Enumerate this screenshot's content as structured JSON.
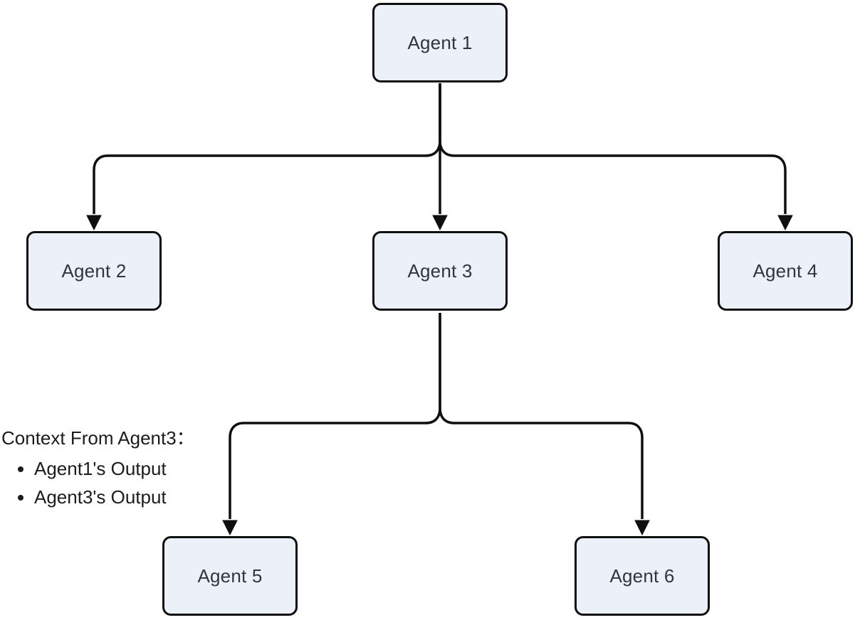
{
  "diagram": {
    "type": "flowchart",
    "direction": "top-down",
    "nodes": [
      {
        "id": "agent1",
        "label": "Agent 1"
      },
      {
        "id": "agent2",
        "label": "Agent 2"
      },
      {
        "id": "agent3",
        "label": "Agent 3"
      },
      {
        "id": "agent4",
        "label": "Agent 4"
      },
      {
        "id": "agent5",
        "label": "Agent 5"
      },
      {
        "id": "agent6",
        "label": "Agent 6"
      }
    ],
    "edges": [
      {
        "from": "agent1",
        "to": "agent2",
        "arrow": "filled-triangle"
      },
      {
        "from": "agent1",
        "to": "agent3",
        "arrow": "filled-triangle"
      },
      {
        "from": "agent1",
        "to": "agent4",
        "arrow": "filled-triangle"
      },
      {
        "from": "agent3",
        "to": "agent5",
        "arrow": "filled-triangle"
      },
      {
        "from": "agent3",
        "to": "agent6",
        "arrow": "filled-triangle"
      }
    ],
    "annotation": {
      "title": "Context From Agent3：",
      "items": [
        "Agent1's Output",
        "Agent3's Output"
      ]
    },
    "colors": {
      "background": "#ffffff",
      "node_fill": "#ecf0f9",
      "node_border": "#0f0f0f",
      "node_text": "#2f3640",
      "edge_line": "#0f0f0f",
      "annotation_text": "#1c1c1c"
    }
  }
}
